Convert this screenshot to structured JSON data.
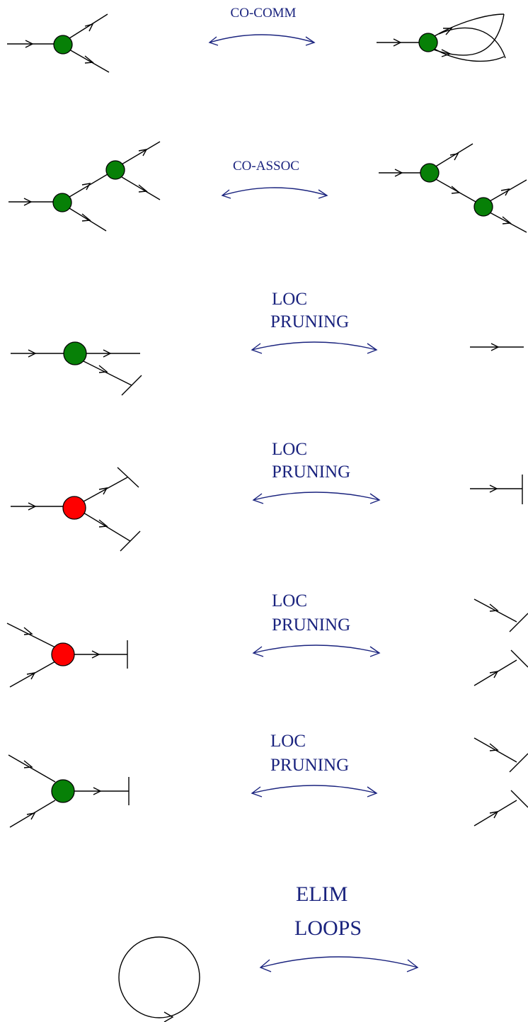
{
  "colors": {
    "label": "#1a237e",
    "green_node": "#078007",
    "red_node": "#ff0000",
    "edge": "#000000"
  },
  "rules": [
    {
      "label_lines": [
        "CO-COMM"
      ]
    },
    {
      "label_lines": [
        "CO-ASSOC"
      ]
    },
    {
      "label_lines": [
        "LOC",
        "PRUNING"
      ]
    },
    {
      "label_lines": [
        "LOC",
        "PRUNING"
      ]
    },
    {
      "label_lines": [
        "LOC",
        "PRUNING"
      ]
    },
    {
      "label_lines": [
        "LOC",
        "PRUNING"
      ]
    },
    {
      "label_lines": [
        "ELIM",
        "LOOPS"
      ]
    }
  ]
}
